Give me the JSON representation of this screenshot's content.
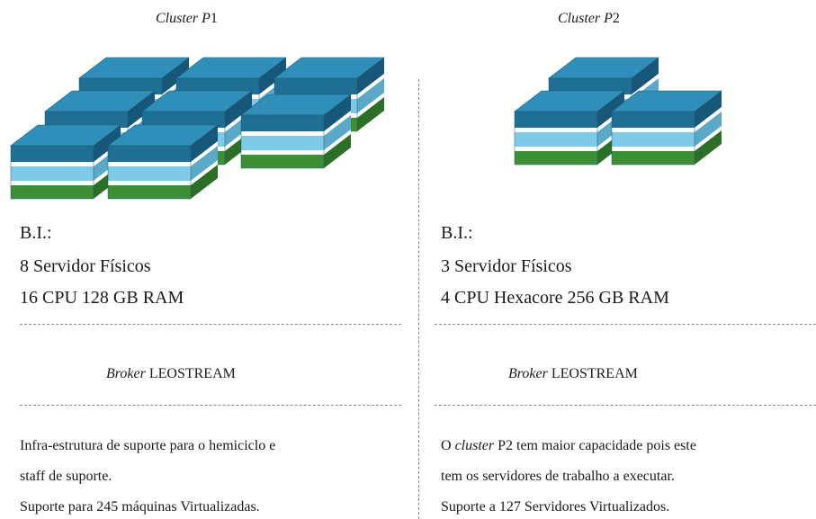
{
  "cluster1": {
    "title_italic": "Cluster P",
    "title_num": "1",
    "bi_label": "B.I.:",
    "servers": "8 Servidor Físicos",
    "specs": "16 CPU 128 GB RAM",
    "broker_italic": "Broker",
    "broker_name": "LEOSTREAM",
    "desc_line1": "Infra-estrutura de suporte para o hemiciclo e",
    "desc_line2": "staff de suporte.",
    "desc_line3": "Suporte para 245 máquinas Virtualizadas."
  },
  "cluster2": {
    "title_italic": "Cluster P",
    "title_num": "2",
    "bi_label": "B.I.:",
    "servers": "3 Servidor Físicos",
    "specs": "4 CPU Hexacore 256 GB RAM",
    "broker_italic": "Broker",
    "broker_name": "LEOSTREAM",
    "desc_line1_pre": "O ",
    "desc_line1_italic": "cluster",
    "desc_line1_post": " P2 tem maior capacidade pois este",
    "desc_line2": "tem os servidores de trabalho a executar.",
    "desc_line3": "Suporte a 127 Servidores Virtualizados."
  },
  "colors": {
    "server_top": "#2f8fb8",
    "server_front_dark": "#1f6f95",
    "server_light": "#7ec9e6",
    "server_light_side": "#5aa9c8",
    "server_green": "#3c8f35",
    "server_green_side": "#2c6f27"
  }
}
